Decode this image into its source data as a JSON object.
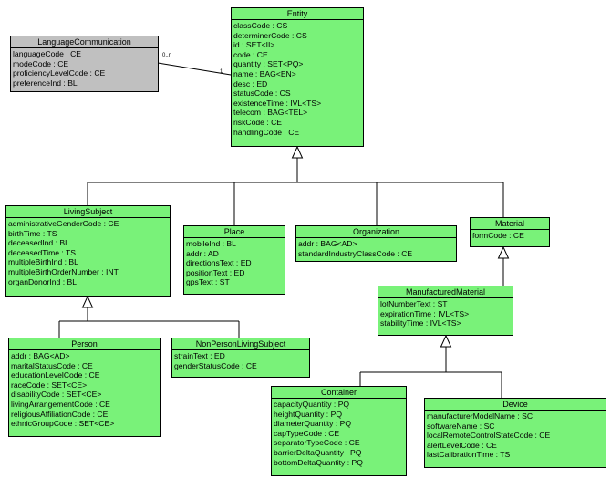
{
  "associations": {
    "language_multiplicity": "0..n",
    "entity_multiplicity": "1"
  },
  "classes": {
    "entity": {
      "name": "Entity",
      "attributes": [
        "classCode : CS",
        "determinerCode : CS",
        "id : SET<II>",
        "code : CE",
        "quantity : SET<PQ>",
        "name : BAG<EN>",
        "desc : ED",
        "statusCode : CS",
        "existenceTime : IVL<TS>",
        "telecom : BAG<TEL>",
        "riskCode : CE",
        "handlingCode : CE"
      ]
    },
    "language_communication": {
      "name": "LanguageCommunication",
      "attributes": [
        "languageCode : CE",
        "modeCode : CE",
        "proficiencyLevelCode : CE",
        "preferenceInd : BL"
      ]
    },
    "living_subject": {
      "name": "LivingSubject",
      "attributes": [
        "administrativeGenderCode : CE",
        "birthTime : TS",
        "deceasedInd : BL",
        "deceasedTime : TS",
        "multipleBirthInd : BL",
        "multipleBirthOrderNumber : INT",
        "organDonorInd : BL"
      ]
    },
    "place": {
      "name": "Place",
      "attributes": [
        "mobileInd : BL",
        "addr : AD",
        "directionsText : ED",
        "positionText : ED",
        "gpsText : ST"
      ]
    },
    "organization": {
      "name": "Organization",
      "attributes": [
        "addr : BAG<AD>",
        "standardIndustryClassCode : CE"
      ]
    },
    "material": {
      "name": "Material",
      "attributes": [
        "formCode : CE"
      ]
    },
    "manufactured_material": {
      "name": "ManufacturedMaterial",
      "attributes": [
        "lotNumberText : ST",
        "expirationTime : IVL<TS>",
        "stabilityTime : IVL<TS>"
      ]
    },
    "person": {
      "name": "Person",
      "attributes": [
        "addr : BAG<AD>",
        "maritalStatusCode : CE",
        "educationLevelCode : CE",
        "raceCode : SET<CE>",
        "disabilityCode : SET<CE>",
        "livingArrangementCode : CE",
        "religiousAffiliationCode : CE",
        "ethnicGroupCode : SET<CE>"
      ]
    },
    "non_person_living_subject": {
      "name": "NonPersonLivingSubject",
      "attributes": [
        "strainText : ED",
        "genderStatusCode : CE"
      ]
    },
    "container": {
      "name": "Container",
      "attributes": [
        "capacityQuantity : PQ",
        "heightQuantity : PQ",
        "diameterQuantity : PQ",
        "capTypeCode : CE",
        "separatorTypeCode : CE",
        "barrierDeltaQuantity : PQ",
        "bottomDeltaQuantity : PQ"
      ]
    },
    "device": {
      "name": "Device",
      "attributes": [
        "manufacturerModelName : SC",
        "softwareName : SC",
        "localRemoteControlStateCode : CE",
        "alertLevelCode : CE",
        "lastCalibrationTime : TS"
      ]
    }
  }
}
